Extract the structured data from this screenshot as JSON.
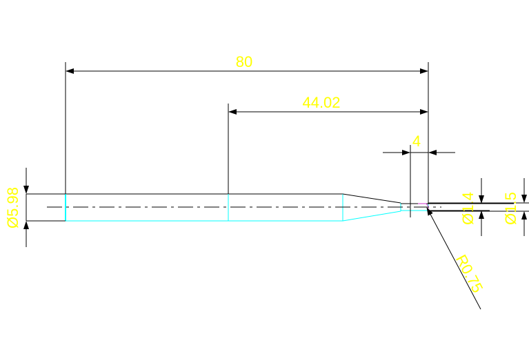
{
  "colors": {
    "background": "#ffffff",
    "dimension_line": "#000000",
    "dimension_text": "#ffff00",
    "part_outline": "#00ffff",
    "part_edge": "#000000",
    "tip_highlight": "#cc33cc"
  },
  "dimensions": {
    "overall_length": "80",
    "shank_length": "44.02",
    "tip_length": "4",
    "shank_diameter": "Ø5.98",
    "neck_diameter": "Ø1.4",
    "tip_diameter": "Ø1.5",
    "tip_radius": "R0.75"
  }
}
